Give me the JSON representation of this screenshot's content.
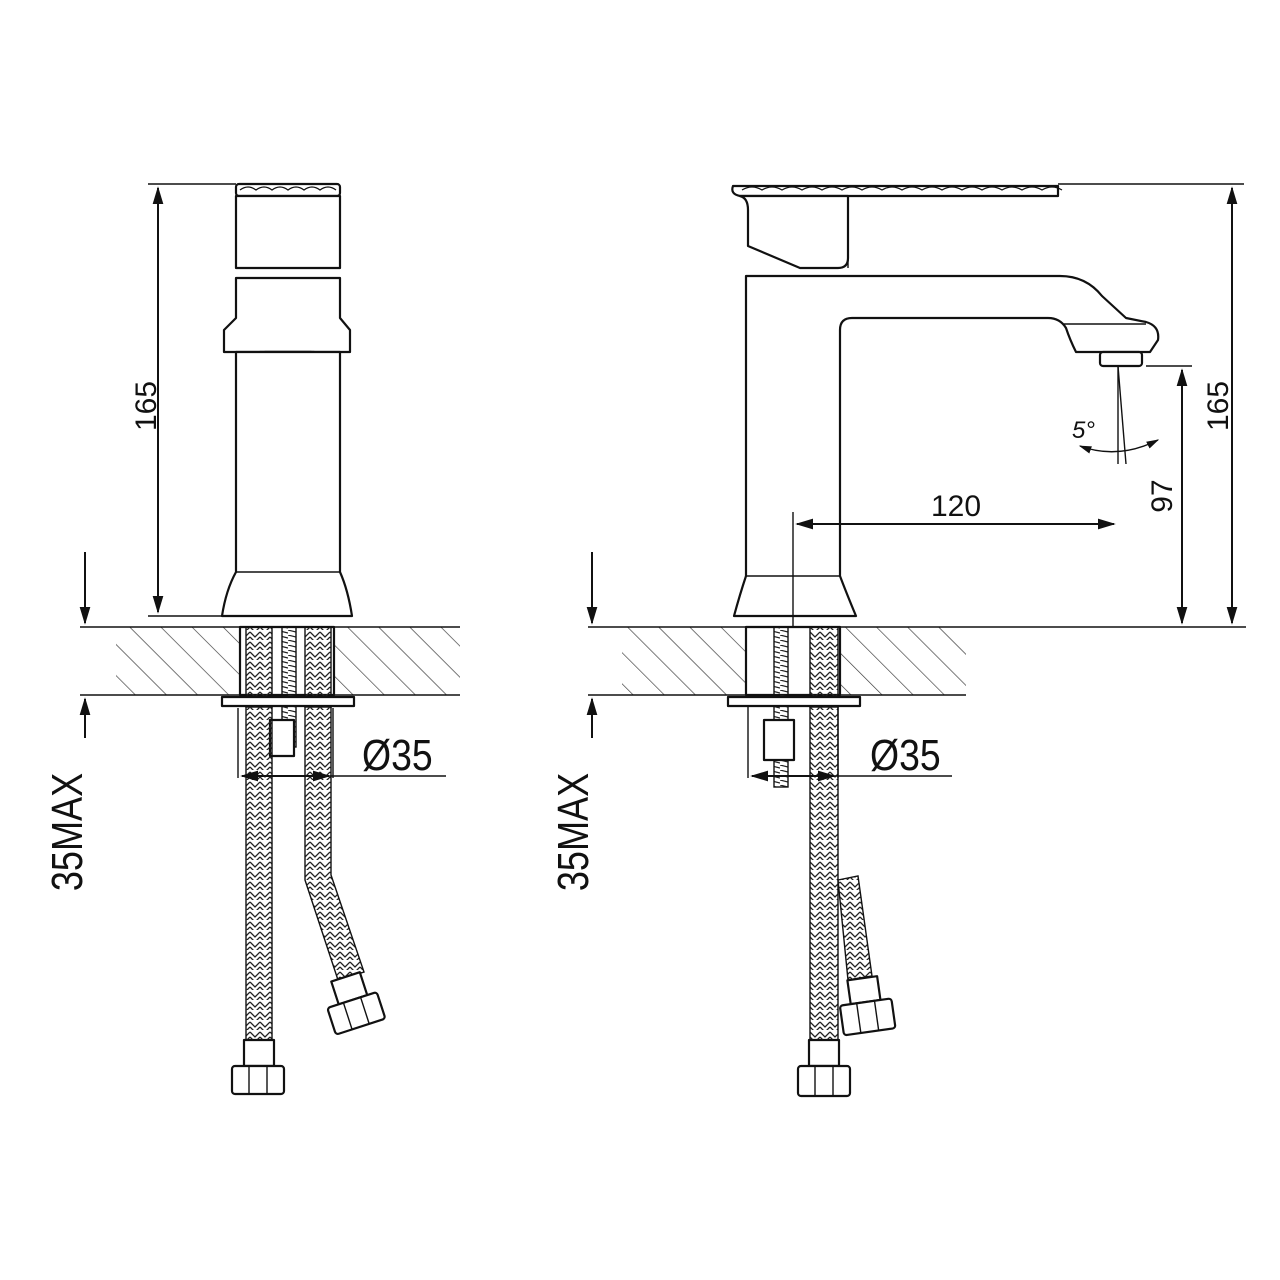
{
  "diagram": {
    "side_view": {
      "height_label": "165",
      "max_thickness_label": "35MAX",
      "hole_diameter_label": "Ø35"
    },
    "front_view": {
      "height_label": "165",
      "spout_height_label": "97",
      "spout_reach_label": "120",
      "angle_label": "5°",
      "max_thickness_label": "35MAX",
      "hole_diameter_label": "Ø35"
    }
  }
}
